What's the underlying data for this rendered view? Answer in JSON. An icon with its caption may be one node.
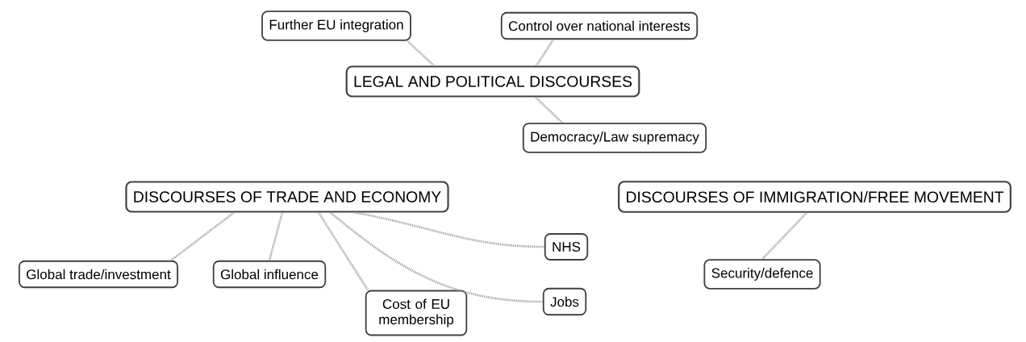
{
  "diagram": {
    "nodes": [
      {
        "text": [
          "LEGAL AND POLITICAL DISCOURSES"
        ]
      },
      {
        "text": [
          "Further EU integration"
        ]
      },
      {
        "text": [
          "Control over national interests"
        ]
      },
      {
        "text": [
          "Democracy/Law supremacy"
        ]
      },
      {
        "text": [
          "DISCOURSES OF TRADE AND ECONOMY"
        ]
      },
      {
        "text": [
          "DISCOURSES OF IMMIGRATION/FREE MOVEMENT"
        ]
      },
      {
        "text": [
          "Global trade/investment"
        ]
      },
      {
        "text": [
          "Global influence"
        ]
      },
      {
        "text": [
          "Cost of EU membership"
        ]
      },
      {
        "text": [
          "NHS"
        ]
      },
      {
        "text": [
          "Jobs"
        ]
      },
      {
        "text": [
          "Security/defence"
        ]
      }
    ],
    "edges": [
      {
        "from": 0,
        "to": 1,
        "arrow": "none"
      },
      {
        "from": 0,
        "to": 2,
        "arrow": "none"
      },
      {
        "from": 0,
        "to": 3,
        "arrow": "none"
      },
      {
        "from": 4,
        "to": 6,
        "arrow": "none"
      },
      {
        "from": 4,
        "to": 7,
        "arrow": "none"
      },
      {
        "from": 4,
        "to": 8,
        "arrow": "none"
      },
      {
        "from": 4,
        "to": 9,
        "arrow": "none"
      },
      {
        "from": 4,
        "to": 10,
        "arrow": "none"
      },
      {
        "from": 5,
        "to": 11,
        "arrow": "none"
      }
    ]
  }
}
